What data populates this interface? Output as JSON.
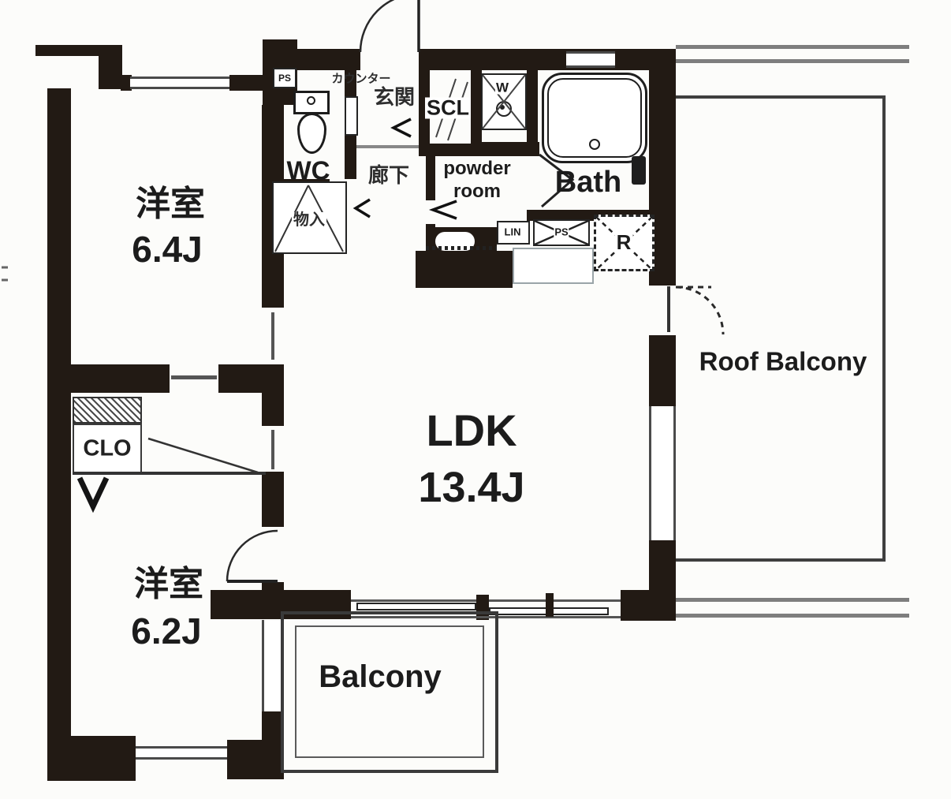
{
  "colors": {
    "wall": "#221a14",
    "line_dark": "#3f3f3f",
    "rail_gray": "#7e7e7e",
    "background": "#fcfcfa",
    "text": "#1c1c1c"
  },
  "rooms": {
    "bedroom_1": {
      "name": "洋室",
      "size": "6.4J"
    },
    "bedroom_2": {
      "name": "洋室",
      "size": "6.2J"
    },
    "ldk": {
      "name": "LDK",
      "size": "13.4J"
    },
    "bath": {
      "name": "Bath"
    },
    "powder_room": {
      "line1": "powder",
      "line2": "room"
    },
    "wc": {
      "name": "WC"
    },
    "entrance": {
      "name": "玄関",
      "counter_label": "カウンター"
    },
    "hallway": {
      "name": "廊下"
    },
    "storage": {
      "name": "物入"
    },
    "shoe_closet": {
      "name": "SCL"
    },
    "closet": {
      "name": "CLO"
    },
    "balcony": {
      "name": "Balcony"
    },
    "roof_balcony": {
      "name": "Roof Balcony"
    }
  },
  "fixtures": {
    "linen_label": "LIN",
    "pipe_space_entry_label": "PS",
    "pipe_space_kitchen_label": "PS",
    "refrigerator_label": "R",
    "washer_label": "W"
  }
}
